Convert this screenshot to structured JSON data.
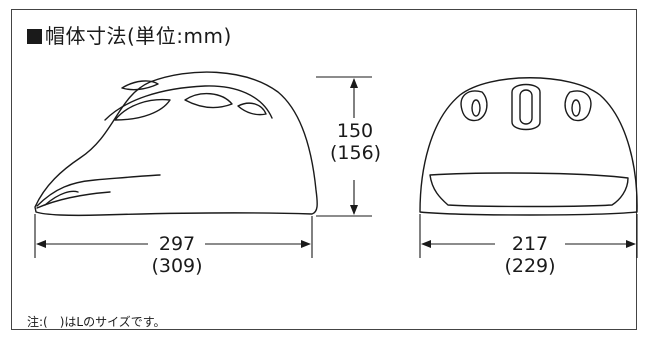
{
  "title": "帽体寸法(単位:mm)",
  "dimensions": {
    "height": {
      "standard": "150",
      "large": "(156)"
    },
    "length": {
      "standard": "297",
      "large": "(309)"
    },
    "width": {
      "standard": "217",
      "large": "(229)"
    }
  },
  "note": "注:(　)はLのサイズです。",
  "colors": {
    "line": "#1a1a1a",
    "frame": "#444444"
  }
}
